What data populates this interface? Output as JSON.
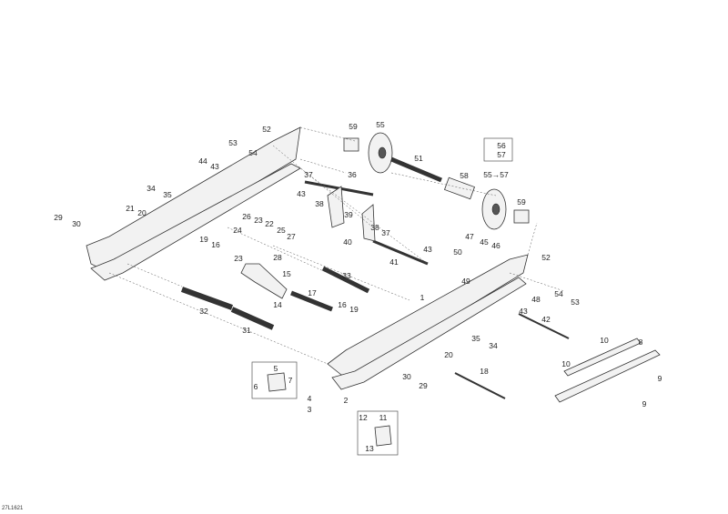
{
  "diagram_code": "27L1621",
  "labels": [
    "52",
    "53",
    "54",
    "59",
    "55",
    "56",
    "57",
    "51",
    "58",
    "55→57",
    "59",
    "44",
    "43",
    "37",
    "36",
    "43",
    "38",
    "34",
    "35",
    "21",
    "20",
    "29",
    "30",
    "39",
    "38",
    "37",
    "26",
    "23",
    "22",
    "24",
    "25",
    "27",
    "19",
    "16",
    "40",
    "41",
    "43",
    "47",
    "45",
    "46",
    "50",
    "49",
    "52",
    "54",
    "53",
    "48",
    "23",
    "28",
    "15",
    "33",
    "17",
    "14",
    "1",
    "16",
    "19",
    "32",
    "31",
    "43",
    "42",
    "35",
    "34",
    "10",
    "8",
    "20",
    "5",
    "6",
    "7",
    "18",
    "30",
    "29",
    "10",
    "9",
    "9",
    "4",
    "2",
    "3",
    "12",
    "11",
    "13"
  ]
}
